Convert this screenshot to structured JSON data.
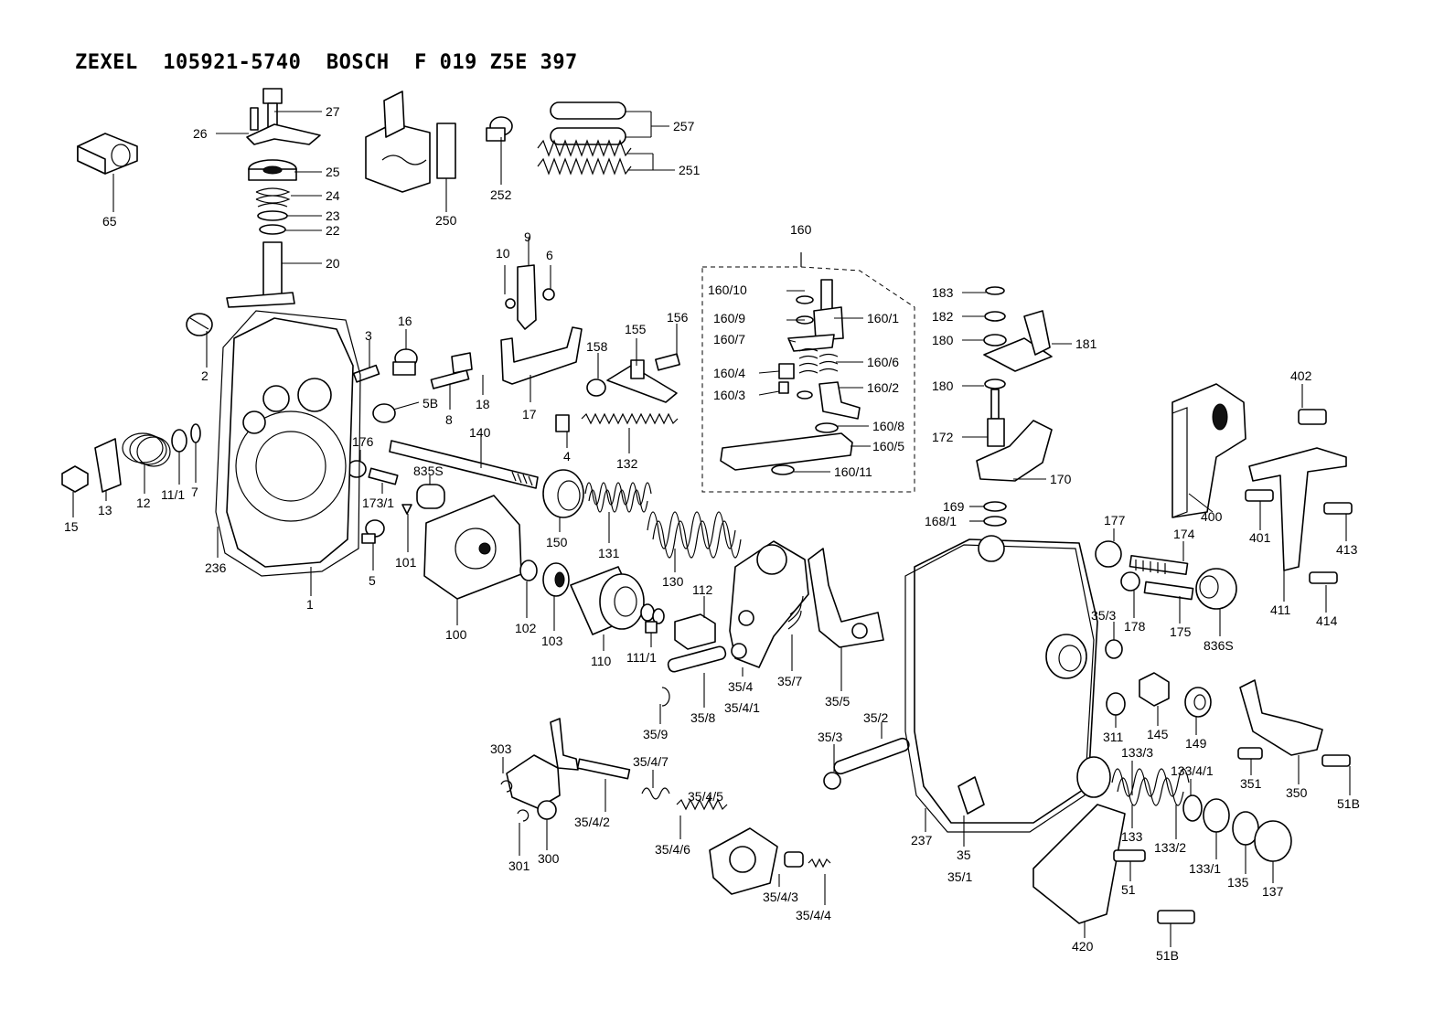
{
  "title": "ZEXEL  105921-5740  BOSCH  F 019 Z5E 397",
  "parts": [
    {
      "id": "p27",
      "label": "27"
    },
    {
      "id": "p26",
      "label": "26"
    },
    {
      "id": "p65",
      "label": "65"
    },
    {
      "id": "p25",
      "label": "25"
    },
    {
      "id": "p24",
      "label": "24"
    },
    {
      "id": "p23",
      "label": "23"
    },
    {
      "id": "p22",
      "label": "22"
    },
    {
      "id": "p20",
      "label": "20"
    },
    {
      "id": "p257",
      "label": "257"
    },
    {
      "id": "p251",
      "label": "251"
    },
    {
      "id": "p252",
      "label": "252"
    },
    {
      "id": "p250",
      "label": "250"
    },
    {
      "id": "p160",
      "label": "160"
    },
    {
      "id": "p10",
      "label": "10"
    },
    {
      "id": "p9",
      "label": "9"
    },
    {
      "id": "p6",
      "label": "6"
    },
    {
      "id": "p2",
      "label": "2"
    },
    {
      "id": "p3",
      "label": "3"
    },
    {
      "id": "p16",
      "label": "16"
    },
    {
      "id": "p5B",
      "label": "5B"
    },
    {
      "id": "p8",
      "label": "8"
    },
    {
      "id": "p18",
      "label": "18"
    },
    {
      "id": "p17",
      "label": "17"
    },
    {
      "id": "p155",
      "label": "155"
    },
    {
      "id": "p156",
      "label": "156"
    },
    {
      "id": "p158",
      "label": "158"
    },
    {
      "id": "p4",
      "label": "4"
    },
    {
      "id": "p132",
      "label": "132"
    },
    {
      "id": "p140",
      "label": "140"
    },
    {
      "id": "p15",
      "label": "15"
    },
    {
      "id": "p13",
      "label": "13"
    },
    {
      "id": "p12",
      "label": "12"
    },
    {
      "id": "p11_1",
      "label": "11/1"
    },
    {
      "id": "p7",
      "label": "7"
    },
    {
      "id": "p176",
      "label": "176"
    },
    {
      "id": "p173_1",
      "label": "173/1"
    },
    {
      "id": "p835S",
      "label": "835S"
    },
    {
      "id": "p101",
      "label": "101"
    },
    {
      "id": "p5",
      "label": "5"
    },
    {
      "id": "p236",
      "label": "236"
    },
    {
      "id": "p1",
      "label": "1"
    },
    {
      "id": "p100",
      "label": "100"
    },
    {
      "id": "p150",
      "label": "150"
    },
    {
      "id": "p131",
      "label": "131"
    },
    {
      "id": "p130",
      "label": "130"
    },
    {
      "id": "p102",
      "label": "102"
    },
    {
      "id": "p103",
      "label": "103"
    },
    {
      "id": "p110",
      "label": "110"
    },
    {
      "id": "p111_1",
      "label": "111/1"
    },
    {
      "id": "p112",
      "label": "112"
    },
    {
      "id": "p35_8",
      "label": "35/8"
    },
    {
      "id": "p35_9",
      "label": "35/9"
    },
    {
      "id": "p35_4",
      "label": "35/4"
    },
    {
      "id": "p35_4_1",
      "label": "35/4/1"
    },
    {
      "id": "p35_7",
      "label": "35/7"
    },
    {
      "id": "p35_5",
      "label": "35/5"
    },
    {
      "id": "p35_3a",
      "label": "35/3"
    },
    {
      "id": "p35_2",
      "label": "35/2"
    },
    {
      "id": "p160_10",
      "label": "160/10"
    },
    {
      "id": "p160_9",
      "label": "160/9"
    },
    {
      "id": "p160_1",
      "label": "160/1"
    },
    {
      "id": "p160_7",
      "label": "160/7"
    },
    {
      "id": "p160_6",
      "label": "160/6"
    },
    {
      "id": "p160_4",
      "label": "160/4"
    },
    {
      "id": "p160_2",
      "label": "160/2"
    },
    {
      "id": "p160_3",
      "label": "160/3"
    },
    {
      "id": "p160_8",
      "label": "160/8"
    },
    {
      "id": "p160_5",
      "label": "160/5"
    },
    {
      "id": "p160_11",
      "label": "160/11"
    },
    {
      "id": "p183",
      "label": "183"
    },
    {
      "id": "p182",
      "label": "182"
    },
    {
      "id": "p181",
      "label": "181"
    },
    {
      "id": "p180a",
      "label": "180"
    },
    {
      "id": "p180b",
      "label": "180"
    },
    {
      "id": "p172",
      "label": "172"
    },
    {
      "id": "p170",
      "label": "170"
    },
    {
      "id": "p169",
      "label": "169"
    },
    {
      "id": "p168_1",
      "label": "168/1"
    },
    {
      "id": "p402",
      "label": "402"
    },
    {
      "id": "p400",
      "label": "400"
    },
    {
      "id": "p401",
      "label": "401"
    },
    {
      "id": "p413",
      "label": "413"
    },
    {
      "id": "p411",
      "label": "411"
    },
    {
      "id": "p414",
      "label": "414"
    },
    {
      "id": "p177",
      "label": "177"
    },
    {
      "id": "p174",
      "label": "174"
    },
    {
      "id": "p178",
      "label": "178"
    },
    {
      "id": "p175",
      "label": "175"
    },
    {
      "id": "p836S",
      "label": "836S"
    },
    {
      "id": "p35_3b",
      "label": "35/3"
    },
    {
      "id": "p311",
      "label": "311"
    },
    {
      "id": "p145",
      "label": "145"
    },
    {
      "id": "p149",
      "label": "149"
    },
    {
      "id": "p133_3",
      "label": "133/3"
    },
    {
      "id": "p133_4_1",
      "label": "133/4/1"
    },
    {
      "id": "p133",
      "label": "133"
    },
    {
      "id": "p133_2",
      "label": "133/2"
    },
    {
      "id": "p133_1",
      "label": "133/1"
    },
    {
      "id": "p135",
      "label": "135"
    },
    {
      "id": "p137",
      "label": "137"
    },
    {
      "id": "p351",
      "label": "351"
    },
    {
      "id": "p350",
      "label": "350"
    },
    {
      "id": "p51Ba",
      "label": "51B"
    },
    {
      "id": "p237",
      "label": "237"
    },
    {
      "id": "p35",
      "label": "35"
    },
    {
      "id": "p35_1",
      "label": "35/1"
    },
    {
      "id": "p51",
      "label": "51"
    },
    {
      "id": "p420",
      "label": "420"
    },
    {
      "id": "p51Bb",
      "label": "51B"
    },
    {
      "id": "p303",
      "label": "303"
    },
    {
      "id": "p35_4_7",
      "label": "35/4/7"
    },
    {
      "id": "p35_4_5",
      "label": "35/4/5"
    },
    {
      "id": "p35_4_2",
      "label": "35/4/2"
    },
    {
      "id": "p35_4_6",
      "label": "35/4/6"
    },
    {
      "id": "p301",
      "label": "301"
    },
    {
      "id": "p300",
      "label": "300"
    },
    {
      "id": "p35_4_3",
      "label": "35/4/3"
    },
    {
      "id": "p35_4_4",
      "label": "35/4/4"
    }
  ]
}
